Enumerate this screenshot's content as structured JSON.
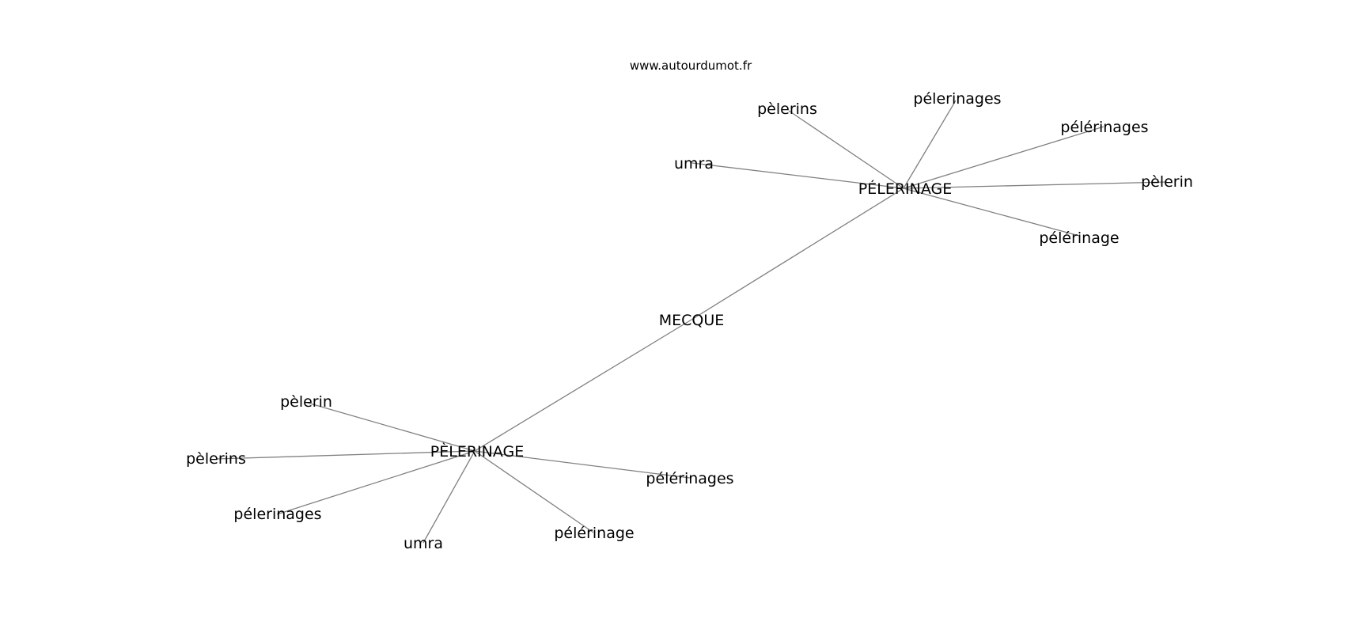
{
  "source_url": "www.autourdumot.fr",
  "colors": {
    "edge": "#808080",
    "text": "#000000",
    "background": "#ffffff"
  },
  "graph": {
    "nodes": [
      {
        "id": "mecque",
        "label": "MECQUE"
      },
      {
        "id": "pelerinage_a",
        "label": "PÉLERINAGE"
      },
      {
        "id": "pelerinage_b",
        "label": "PÈLERINAGE"
      },
      {
        "id": "a_pelerins",
        "label": "pèlerins"
      },
      {
        "id": "a_pelerinages1",
        "label": "pélerinages"
      },
      {
        "id": "a_pelerinages2",
        "label": "pélérinages"
      },
      {
        "id": "a_umra",
        "label": "umra"
      },
      {
        "id": "a_pelerin",
        "label": "pèlerin"
      },
      {
        "id": "a_pelerinage",
        "label": "pélérinage"
      },
      {
        "id": "b_pelerin",
        "label": "pèlerin"
      },
      {
        "id": "b_pelerins",
        "label": "pèlerins"
      },
      {
        "id": "b_pelerinages1",
        "label": "pélerinages"
      },
      {
        "id": "b_umra",
        "label": "umra"
      },
      {
        "id": "b_pelerinage",
        "label": "pélérinage"
      },
      {
        "id": "b_pelerinages2",
        "label": "pélérinages"
      }
    ],
    "edges": [
      [
        "mecque",
        "pelerinage_a"
      ],
      [
        "mecque",
        "pelerinage_b"
      ],
      [
        "pelerinage_a",
        "a_pelerins"
      ],
      [
        "pelerinage_a",
        "a_pelerinages1"
      ],
      [
        "pelerinage_a",
        "a_pelerinages2"
      ],
      [
        "pelerinage_a",
        "a_umra"
      ],
      [
        "pelerinage_a",
        "a_pelerin"
      ],
      [
        "pelerinage_a",
        "a_pelerinage"
      ],
      [
        "pelerinage_b",
        "b_pelerin"
      ],
      [
        "pelerinage_b",
        "b_pelerins"
      ],
      [
        "pelerinage_b",
        "b_pelerinages1"
      ],
      [
        "pelerinage_b",
        "b_umra"
      ],
      [
        "pelerinage_b",
        "b_pelerinage"
      ],
      [
        "pelerinage_b",
        "b_pelerinages2"
      ]
    ]
  }
}
